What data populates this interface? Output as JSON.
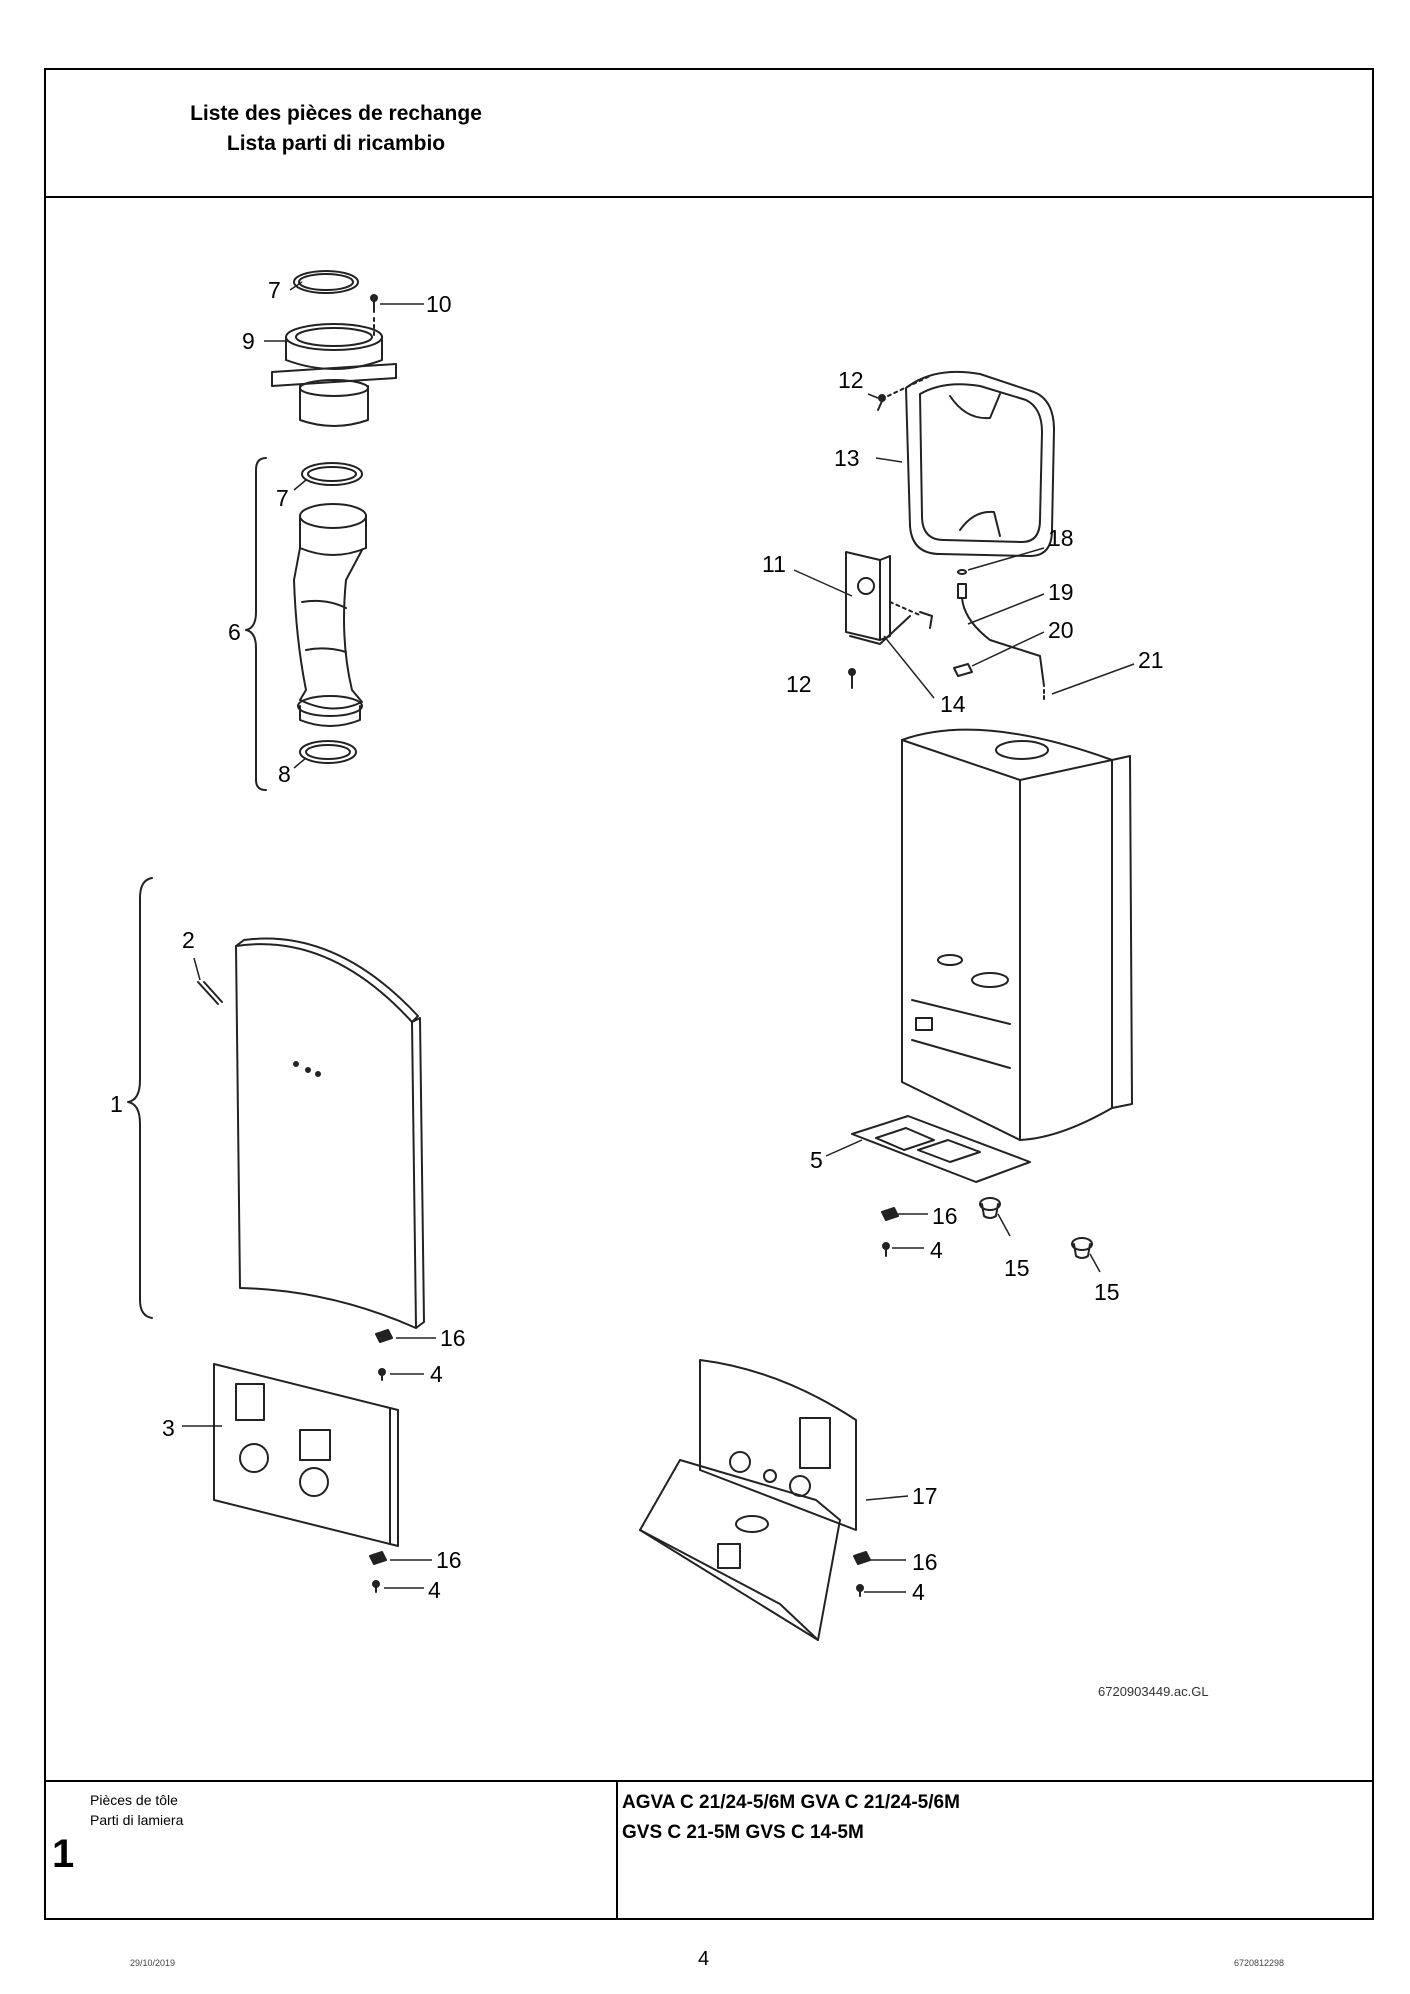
{
  "header": {
    "title_fr": "Liste des pièces de rechange",
    "title_it": "Lista parti di ricambio"
  },
  "footer": {
    "caption_fr": "Pièces de tôle",
    "caption_it": "Parti di lamiera",
    "section_number": "1",
    "models_line1": "AGVA C 21/24-5/6M GVA C 21/24-5/6M",
    "models_line2": "GVS C 21-5M GVS C 14-5M"
  },
  "drawing": {
    "reference": "6720903449.ac.GL",
    "labels": {
      "p1": "1",
      "p2": "2",
      "p3": "3",
      "p4a": "4",
      "p4b": "4",
      "p4c": "4",
      "p4d": "4",
      "p5": "5",
      "p6": "6",
      "p7a": "7",
      "p7b": "7",
      "p8": "8",
      "p9": "9",
      "p10": "10",
      "p11": "11",
      "p12a": "12",
      "p12b": "12",
      "p13": "13",
      "p14": "14",
      "p15a": "15",
      "p15b": "15",
      "p16a": "16",
      "p16b": "16",
      "p16c": "16",
      "p16d": "16",
      "p17": "17",
      "p18": "18",
      "p19": "19",
      "p20": "20",
      "p21": "21"
    }
  },
  "page_number": "4",
  "print_date": "29/10/2019",
  "doc_reference": "6720812298"
}
